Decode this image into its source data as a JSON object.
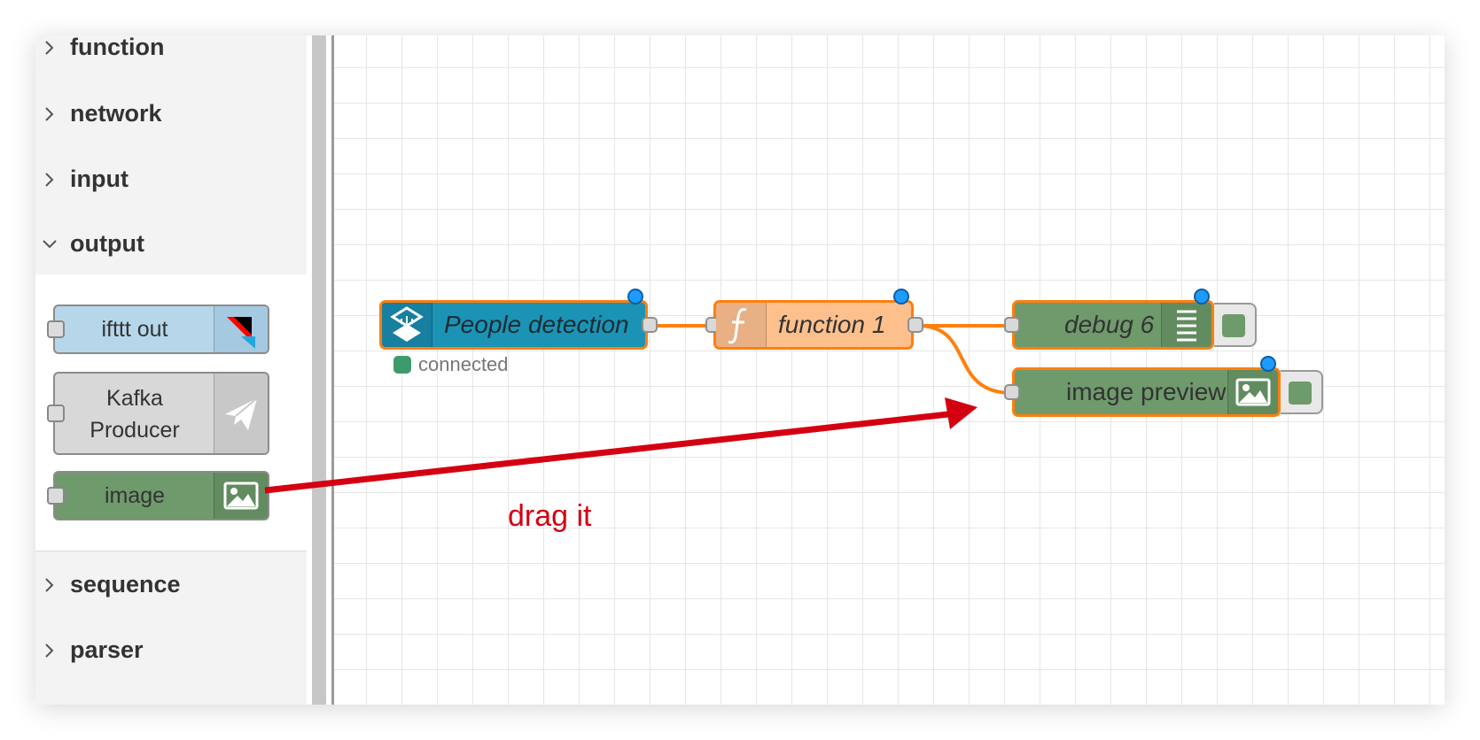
{
  "palette": {
    "categories": [
      {
        "label": "function",
        "expanded": false
      },
      {
        "label": "network",
        "expanded": false
      },
      {
        "label": "input",
        "expanded": false
      },
      {
        "label": "output",
        "expanded": true
      },
      {
        "label": "sequence",
        "expanded": false
      },
      {
        "label": "parser",
        "expanded": false
      }
    ],
    "output_nodes": [
      {
        "label": "ifttt out",
        "color": "#b6d6ea",
        "icon": "ifttt-icon"
      },
      {
        "label_line1": "Kafka",
        "label_line2": "Producer",
        "color": "#d8d8d8",
        "icon": "paper-plane-icon"
      },
      {
        "label": "image",
        "color": "#6f9a6c",
        "icon": "image-icon"
      }
    ]
  },
  "flow": {
    "nodes": [
      {
        "id": "people-detection",
        "label": "People detection",
        "color": "#1b93b5",
        "icon": "vision-icon",
        "status": "connected",
        "status_color": "#3c9a6c"
      },
      {
        "id": "function-1",
        "label": "function 1",
        "color": "#fdc08d",
        "icon": "function-icon"
      },
      {
        "id": "debug-6",
        "label": "debug 6",
        "color": "#6f9a6c",
        "icon": "list-icon"
      },
      {
        "id": "image-preview",
        "label": "image preview",
        "color": "#6f9a6c",
        "icon": "image-icon"
      }
    ],
    "wire_color": "#ff7f0e",
    "selected_border": "#ff7f0e",
    "changed_indicator_color": "#1e9bff"
  },
  "annotation": {
    "text": "drag it",
    "color": "#d40011"
  }
}
